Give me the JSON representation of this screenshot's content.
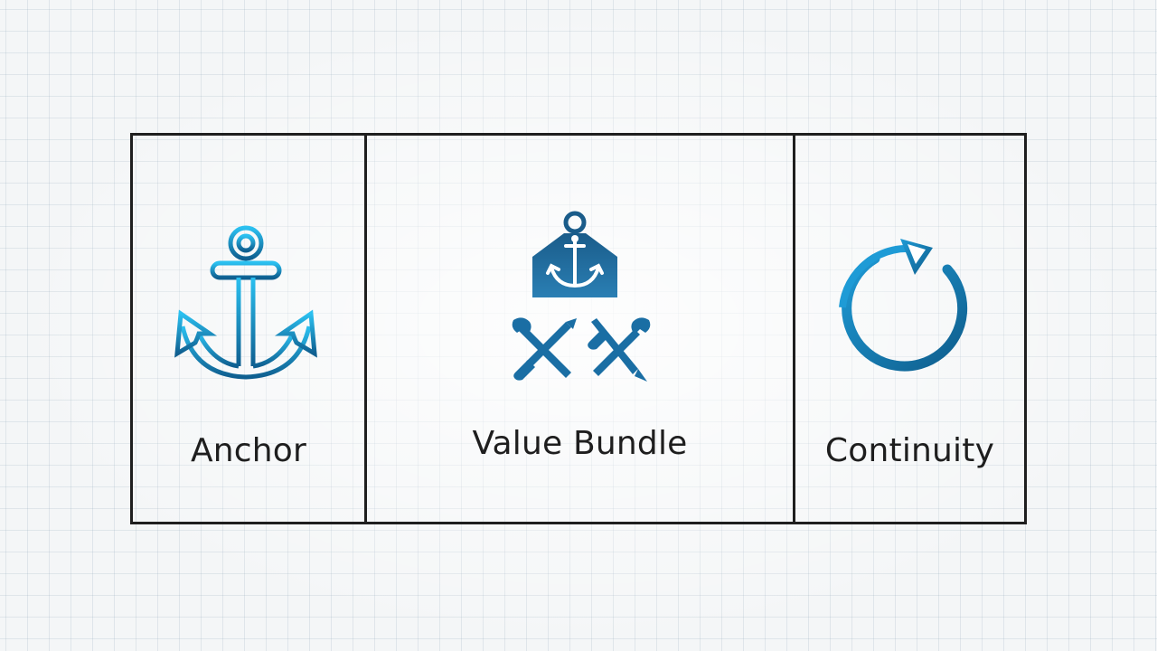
{
  "diagram": {
    "panels": [
      {
        "label": "Anchor",
        "icon": "anchor-icon"
      },
      {
        "label": "Value Bundle",
        "icons": [
          "anchor-badge-icon",
          "wrench-screwdriver-icon",
          "wrench-screwdriver-icon"
        ]
      },
      {
        "label": "Continuity",
        "icon": "circular-arrow-icon"
      }
    ],
    "colors": {
      "icon_light": "#2bb8ec",
      "icon_dark": "#0f5d8c",
      "border": "#1f1f1f",
      "text": "#1e1e1e",
      "background": "#f4f6f7"
    }
  }
}
